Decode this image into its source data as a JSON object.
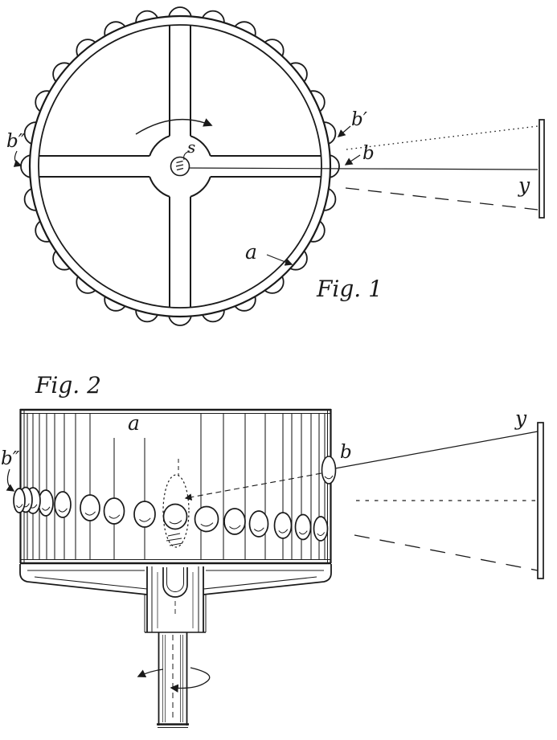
{
  "colors": {
    "ink": "#1a1a1a",
    "paper": "#ffffff"
  },
  "fig1": {
    "caption": "Fig. 1",
    "labels": {
      "a": "a",
      "b": "b",
      "b_prime": "b′",
      "b_double_prime": "b″",
      "s": "s",
      "y": "y"
    }
  },
  "fig2": {
    "caption": "Fig. 2",
    "labels": {
      "a": "a",
      "b": "b",
      "b_double_prime": "b″",
      "y": "y"
    }
  }
}
